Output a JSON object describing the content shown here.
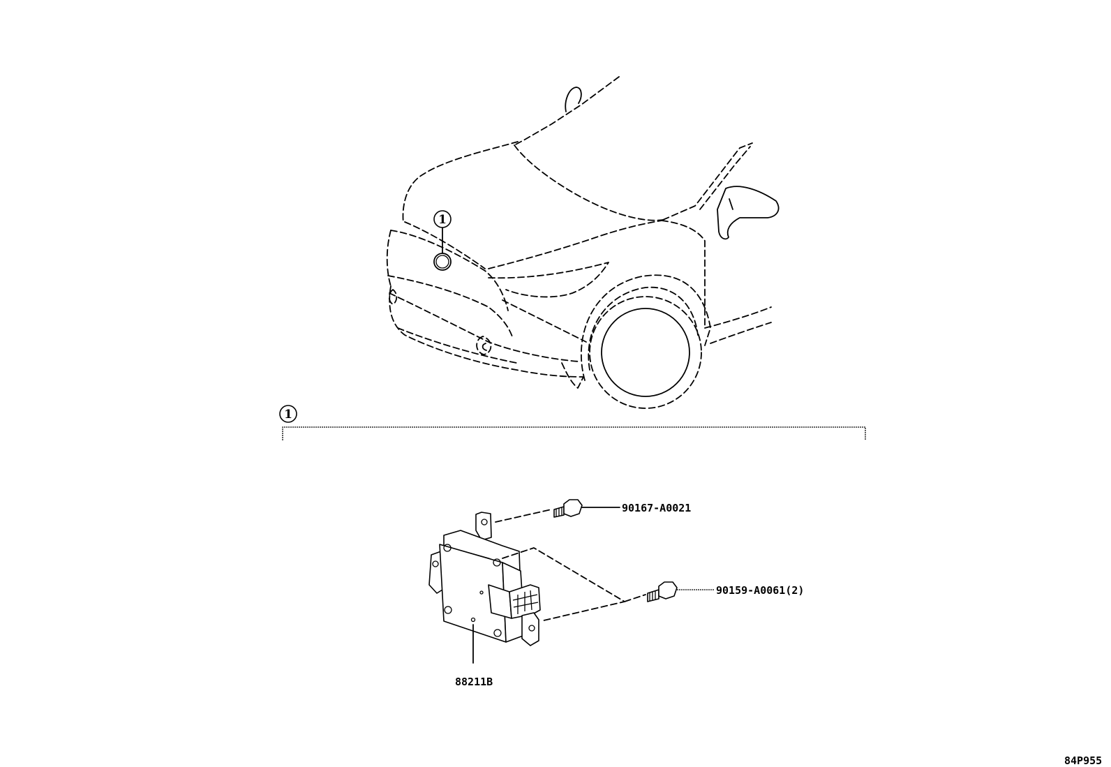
{
  "diagram": {
    "callouts": [
      {
        "id": "callout-vehicle",
        "number": "1"
      },
      {
        "id": "callout-bracket",
        "number": "1"
      }
    ],
    "parts": [
      {
        "id": "bolt-upper",
        "part_number": "90167-A0021"
      },
      {
        "id": "bolt-lower",
        "part_number": "90159-A0061(2)"
      },
      {
        "id": "sensor-module",
        "part_number": "88211B"
      }
    ],
    "figure_code": "84P955"
  }
}
